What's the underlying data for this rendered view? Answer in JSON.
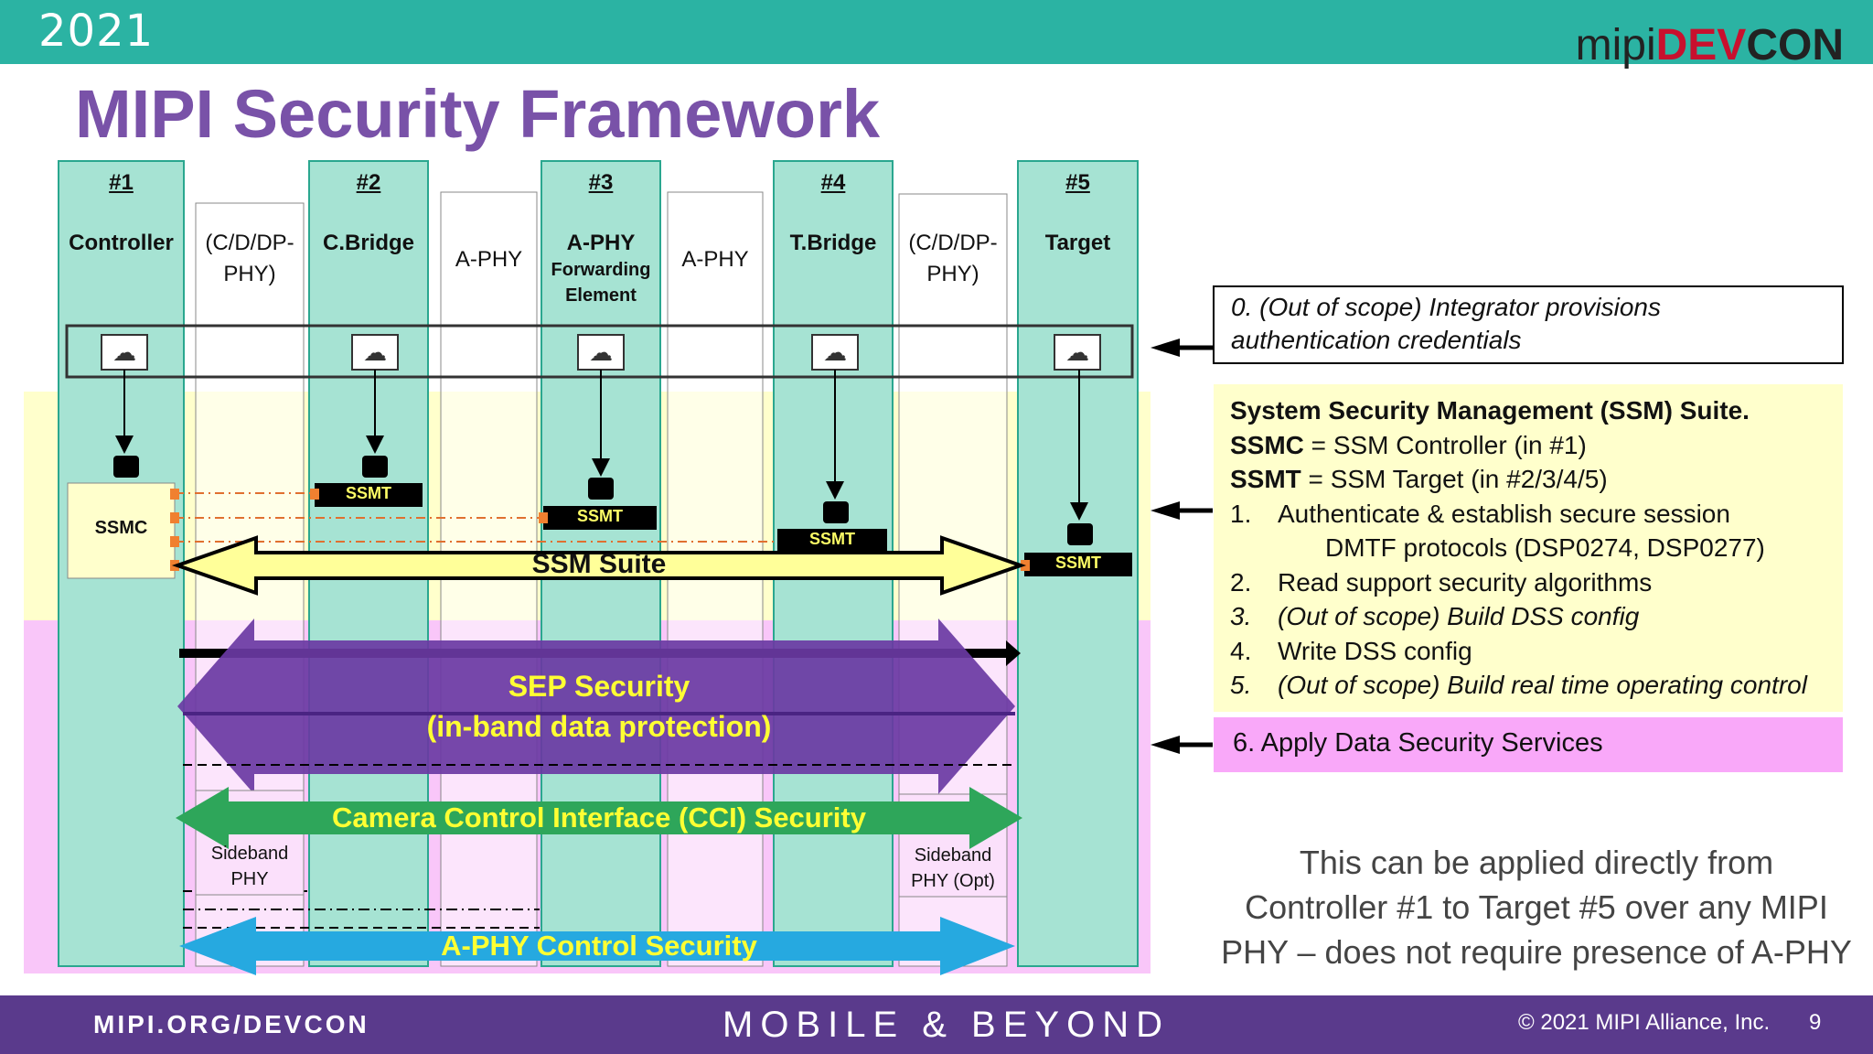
{
  "header": {
    "year": "2021",
    "logo_prefix": "mipi",
    "logo_dev": "DEV",
    "logo_con": "CON"
  },
  "title": "MIPI Security Framework",
  "columns": [
    {
      "num": "#1",
      "label": "Controller",
      "sub": ""
    },
    {
      "num": "",
      "label": "(C/D/DP-",
      "sub": "PHY)"
    },
    {
      "num": "#2",
      "label": "C.Bridge",
      "sub": ""
    },
    {
      "num": "",
      "label": "A-PHY",
      "sub": ""
    },
    {
      "num": "#3",
      "label": "A-PHY",
      "sub": "Forwarding",
      "sub2": "Element"
    },
    {
      "num": "",
      "label": "A-PHY",
      "sub": ""
    },
    {
      "num": "#4",
      "label": "T.Bridge",
      "sub": ""
    },
    {
      "num": "",
      "label": "(C/D/DP-",
      "sub": "PHY)"
    },
    {
      "num": "#5",
      "label": "Target",
      "sub": ""
    }
  ],
  "diagram": {
    "ssmc": "SSMC",
    "ssmt": "SSMT",
    "ssm_suite": "SSM Suite",
    "sep_line1": "SEP Security",
    "sep_line2": "(in-band data protection)",
    "cci": "Camera Control Interface (CCI) Security",
    "aphy_ctrl": "A-PHY Control Security",
    "sideband_left_1": "Sideband",
    "sideband_left_2": "PHY",
    "sideband_right_1": "Sideband",
    "sideband_right_2": "PHY (Opt)"
  },
  "step0": {
    "line1": "0. (Out of scope) Integrator provisions",
    "line2": "authentication credentials"
  },
  "ssm": {
    "heading": "System Security Management (SSM) Suite.",
    "ssmc_bold": "SSMC",
    "ssmc_rest": " = SSM Controller  (in #1)",
    "ssmt_bold": "SSMT",
    "ssmt_rest": " = SSM Target        (in #2/3/4/5)",
    "items": [
      {
        "num": "1.",
        "text": "Authenticate & establish secure session"
      },
      {
        "num": "",
        "text": "DMTF protocols (DSP0274, DSP0277)"
      },
      {
        "num": "2.",
        "text": "Read support security algorithms"
      },
      {
        "num": "3.",
        "text": "(Out of scope) Build DSS config"
      },
      {
        "num": "4.",
        "text": "Write DSS config"
      },
      {
        "num": "5.",
        "text": "(Out of scope) Build real time operating control"
      }
    ]
  },
  "step6": "6. Apply Data Security Services",
  "note": {
    "line1": "This can be applied directly from",
    "line2": "Controller #1 to Target #5 over any MIPI",
    "line3": "PHY – does not require presence of A-PHY"
  },
  "footer": {
    "left": "MIPI.ORG/DEVCON",
    "middle": "MOBILE & BEYOND",
    "copyright": "© 2021 MIPI Alliance, Inc.",
    "page": "9"
  },
  "colors": {
    "teal": "#a6e3d3",
    "yellow": "#ffffcc",
    "pink": "#f9c6f9",
    "purple": "#6a3aa3",
    "green": "#2ea65a",
    "blue": "#26a9e0",
    "title": "#7952a8"
  }
}
